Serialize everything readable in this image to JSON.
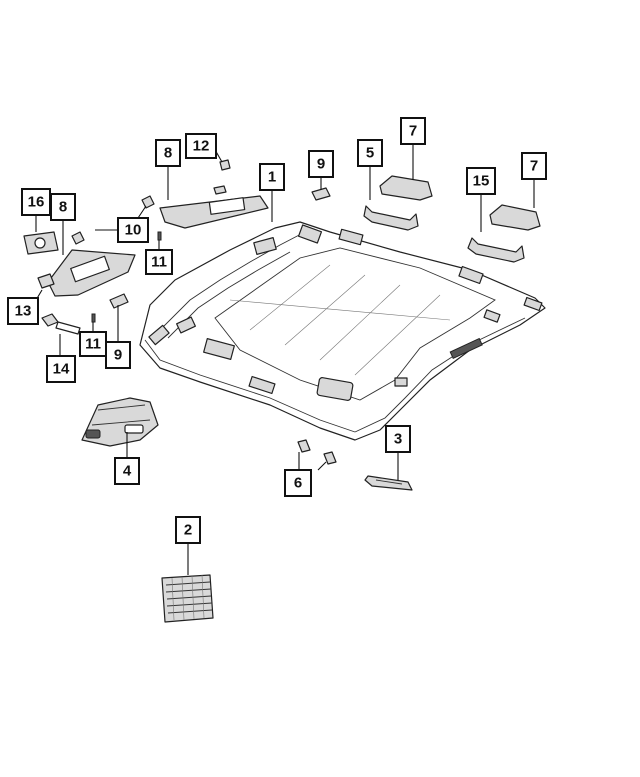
{
  "diagram": {
    "callouts": [
      {
        "id": "c1",
        "label": "1"
      },
      {
        "id": "c2",
        "label": "2"
      },
      {
        "id": "c3",
        "label": "3"
      },
      {
        "id": "c4",
        "label": "4"
      },
      {
        "id": "c5",
        "label": "5"
      },
      {
        "id": "c6",
        "label": "6"
      },
      {
        "id": "c7a",
        "label": "7"
      },
      {
        "id": "c7b",
        "label": "7"
      },
      {
        "id": "c8a",
        "label": "8"
      },
      {
        "id": "c8b",
        "label": "8"
      },
      {
        "id": "c9a",
        "label": "9"
      },
      {
        "id": "c9b",
        "label": "9"
      },
      {
        "id": "c10",
        "label": "10"
      },
      {
        "id": "c11a",
        "label": "11"
      },
      {
        "id": "c11b",
        "label": "11"
      },
      {
        "id": "c12",
        "label": "12"
      },
      {
        "id": "c13",
        "label": "13"
      },
      {
        "id": "c14",
        "label": "14"
      },
      {
        "id": "c15",
        "label": "15"
      },
      {
        "id": "c16",
        "label": "16"
      }
    ]
  }
}
